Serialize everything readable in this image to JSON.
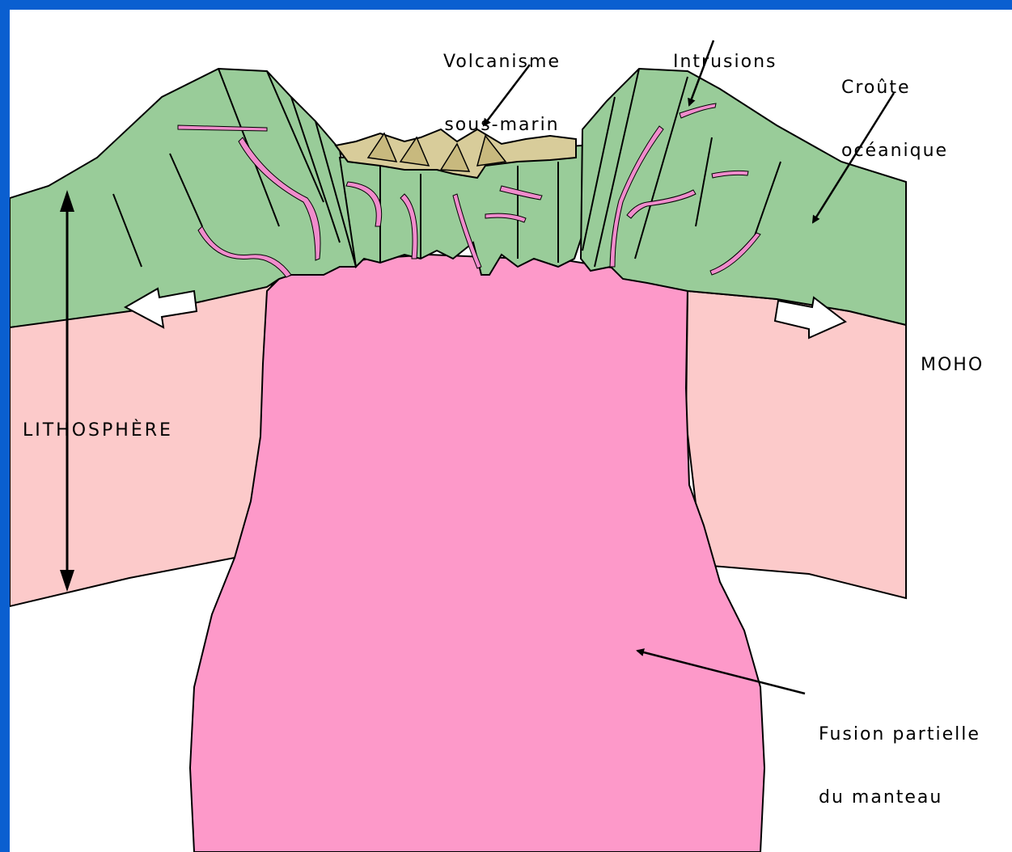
{
  "diagram": {
    "labels": {
      "volcanism": [
        "Volcanisme",
        "sous-marin"
      ],
      "intrusions": "Intrusions",
      "crust": [
        "Croûte",
        "océanique"
      ],
      "moho": "MOHO",
      "lithosphere": "LITHOSPHÈRE",
      "fusion": [
        "Fusion partielle",
        "du manteau"
      ]
    },
    "colors": {
      "background_border": "#0a5fd0",
      "crust": "#99cc99",
      "lithospheric_mantle": "#fccaca",
      "partial_melt": "#fd99c9",
      "intrusions": "#f08ccc",
      "lava": "#d8cc9a",
      "outline": "#000000",
      "arrow_fill": "#ffffff"
    }
  }
}
